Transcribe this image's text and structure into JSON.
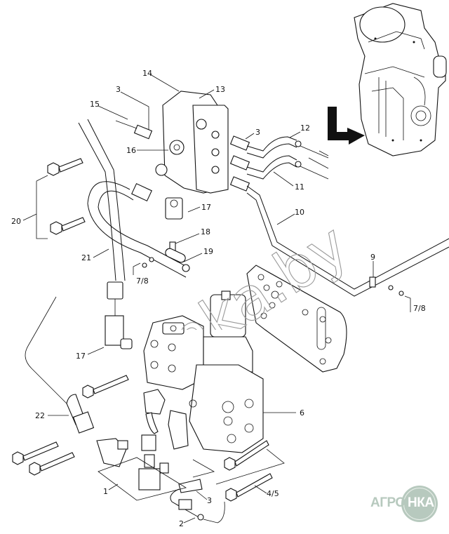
{
  "diagram": {
    "type": "exploded-parts-diagram",
    "subject": "Hydraulic control valve assembly with lines and fittings",
    "callouts": [
      {
        "id": "c14",
        "label": "14"
      },
      {
        "id": "c13",
        "label": "13"
      },
      {
        "id": "c3a",
        "label": "3"
      },
      {
        "id": "c15",
        "label": "15"
      },
      {
        "id": "c16",
        "label": "16"
      },
      {
        "id": "c3b",
        "label": "3"
      },
      {
        "id": "c12",
        "label": "12"
      },
      {
        "id": "c11",
        "label": "11"
      },
      {
        "id": "c17a",
        "label": "17"
      },
      {
        "id": "c20",
        "label": "20"
      },
      {
        "id": "c10",
        "label": "10"
      },
      {
        "id": "c18",
        "label": "18"
      },
      {
        "id": "c19",
        "label": "19"
      },
      {
        "id": "c21",
        "label": "21"
      },
      {
        "id": "c78a",
        "label": "7/8"
      },
      {
        "id": "c9",
        "label": "9"
      },
      {
        "id": "c78b",
        "label": "7/8"
      },
      {
        "id": "c17b",
        "label": "17"
      },
      {
        "id": "c22",
        "label": "22"
      },
      {
        "id": "c6",
        "label": "6"
      },
      {
        "id": "c1",
        "label": "1"
      },
      {
        "id": "c3c",
        "label": "3"
      },
      {
        "id": "c45",
        "label": "4/5"
      },
      {
        "id": "c2",
        "label": "2"
      }
    ],
    "inset": {
      "description": "Transmission overview with arrow indicating valve location"
    }
  },
  "watermark": {
    "text": "nka.by"
  },
  "logo": {
    "left_text": "АГРО",
    "right_text": "НКА",
    "color": "#b7c9be"
  }
}
